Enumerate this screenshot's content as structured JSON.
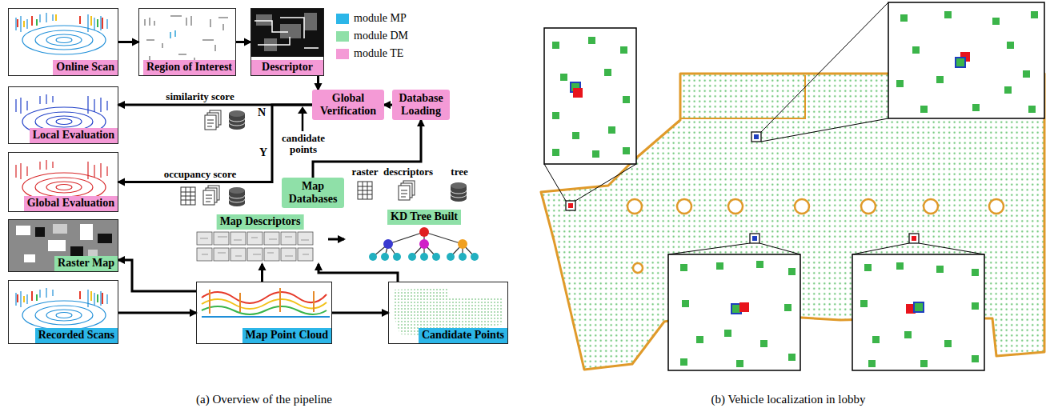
{
  "diagram": {
    "nodes": [
      {
        "text": [
          "Online Scan"
        ]
      },
      {
        "text": [
          "Region of Interest"
        ]
      },
      {
        "text": [
          "Descriptor"
        ]
      },
      {
        "text": [
          "Global Verification"
        ]
      },
      {
        "text": [
          "Database Loading"
        ]
      },
      {
        "text": [
          "Local Evaluation"
        ]
      },
      {
        "text": [
          "Global Evaluation"
        ]
      },
      {
        "text": [
          "Map Databases"
        ]
      },
      {
        "text": [
          "Raster Map"
        ]
      },
      {
        "text": [
          "Map Descriptors"
        ]
      },
      {
        "text": [
          "KD Tree Built"
        ]
      },
      {
        "text": [
          "Recorded Scans"
        ]
      },
      {
        "text": [
          "Map Point Cloud"
        ]
      },
      {
        "text": [
          "Candidate Points"
        ]
      }
    ],
    "edges": [
      {
        "from": 0,
        "to": 1,
        "arrow": "to"
      },
      {
        "from": 1,
        "to": 2,
        "arrow": "to"
      },
      {
        "from": 2,
        "to": 3,
        "arrow": "to"
      },
      {
        "from": 4,
        "to": 3,
        "arrow": "to"
      },
      {
        "from": 3,
        "to": 5,
        "label": "similarity score",
        "arrow": "to"
      },
      {
        "from": 3,
        "to": 6,
        "label": "occupancy score",
        "arrow": "to"
      },
      {
        "from": 7,
        "to": 4,
        "arrow": "to"
      },
      {
        "from": 11,
        "to": 12,
        "arrow": "to"
      },
      {
        "from": 12,
        "to": 8,
        "arrow": "to"
      },
      {
        "from": 12,
        "to": 9,
        "arrow": "to"
      },
      {
        "from": 9,
        "to": 10,
        "arrow": "to"
      },
      {
        "from": 12,
        "to": 13,
        "arrow": "to"
      },
      {
        "from": 13,
        "to": 9,
        "arrow": "to"
      }
    ],
    "labels": [
      "N",
      "Y",
      "candidate points",
      "raster",
      "descriptors",
      "tree",
      "(a) Overview of the pipeline",
      "(b) Vehicle localization in lobby"
    ],
    "legend": [
      {
        "text": "module MP",
        "color": "#2cb6e8"
      },
      {
        "text": "module DM",
        "color": "#8fe0a8"
      },
      {
        "text": "module TE",
        "color": "#f49ad6"
      }
    ]
  }
}
